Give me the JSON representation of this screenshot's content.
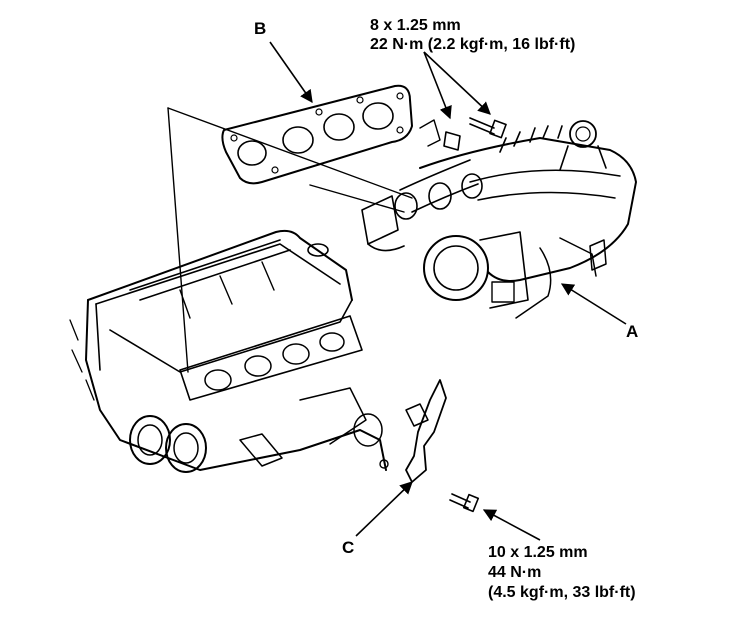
{
  "callouts": {
    "a": "A",
    "b": "B",
    "c": "C"
  },
  "specs": {
    "top_bolt": {
      "size": "8 x 1.25 mm",
      "torque": "22 N·m (2.2 kgf·m, 16 lbf·ft)"
    },
    "bottom_bolt": {
      "size": "10 x 1.25 mm",
      "torque_nm": "44 N·m",
      "torque_other": "(4.5 kgf·m, 33 lbf·ft)"
    }
  }
}
